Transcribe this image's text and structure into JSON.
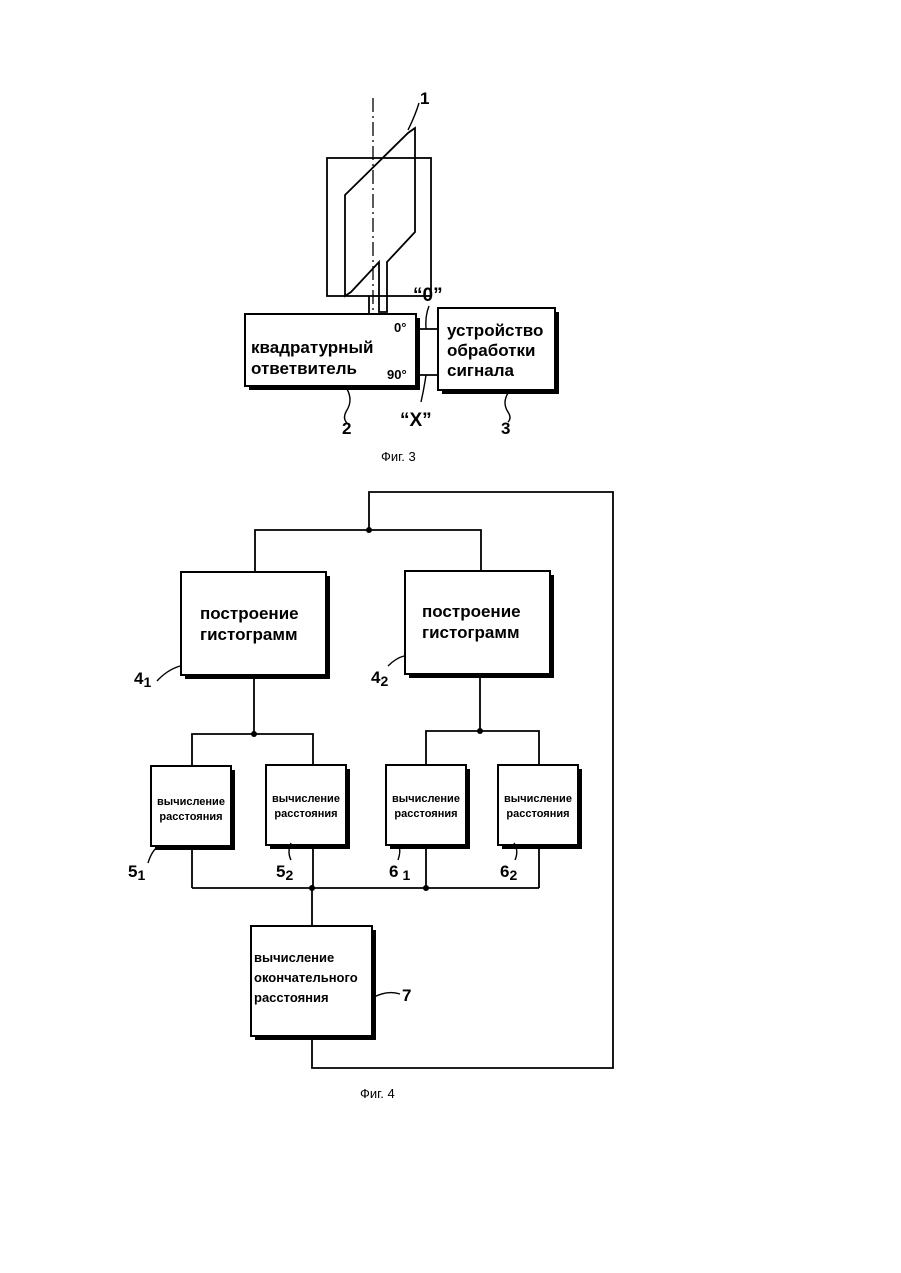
{
  "fig3": {
    "caption": "Фиг. 3",
    "antenna_ref": "1",
    "coupler": {
      "line1": "квадратурный",
      "line2": "ответвитель",
      "ref": "2"
    },
    "processor": {
      "line1": "устройство",
      "line2": "обработки",
      "line3": "сигнала",
      "ref": "3"
    },
    "port_0": "0°",
    "port_90": "90°",
    "signal_0": "“0”",
    "signal_x": "“X”"
  },
  "fig4": {
    "caption": "Фиг. 4",
    "histogram_left": {
      "line1": "построение",
      "line2": "гистограмм",
      "ref_main": "4",
      "ref_sub": "1"
    },
    "histogram_right": {
      "line1": "построение",
      "line2": "гистограмм",
      "ref_main": "4",
      "ref_sub": "2"
    },
    "distance_blocks": [
      {
        "line1": "вычисление",
        "line2": "расстояния",
        "ref_main": "5",
        "ref_sub": "1"
      },
      {
        "line1": "вычисление",
        "line2": "расстояния",
        "ref_main": "5",
        "ref_sub": "2"
      },
      {
        "line1": "вычисление",
        "line2": "расстояния",
        "ref_main": "6",
        "ref_sub": "1"
      },
      {
        "line1": "вычисление",
        "line2": "расстояния",
        "ref_main": "6",
        "ref_sub": "2"
      }
    ],
    "final_block": {
      "line1": "вычисление",
      "line2": "окончательного",
      "line3": "расстояния",
      "ref": "7"
    }
  }
}
